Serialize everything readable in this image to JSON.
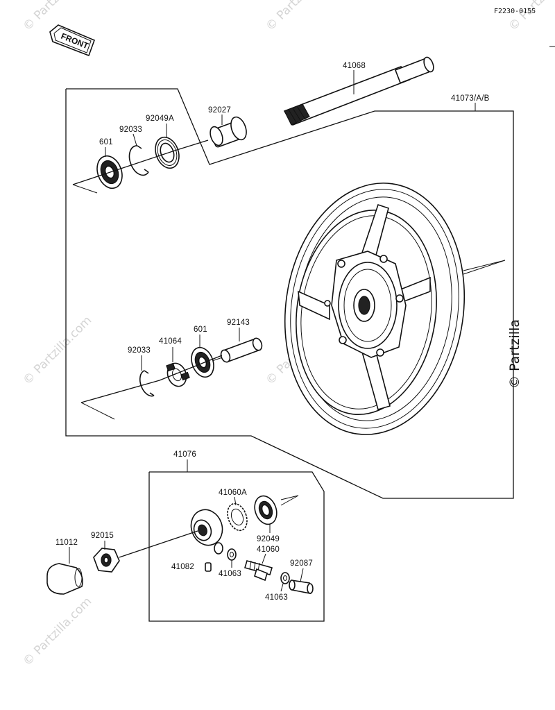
{
  "figure_code": "F2230-0155",
  "front_label": "FRONT",
  "watermark": "© Partzilla.com",
  "watermark_side": "© Partzilla",
  "parts": {
    "axle": "41068",
    "wheel": "41073/A/B",
    "collar_left": "92027",
    "oil_seal_left": "92049A",
    "circlip_left": "92033",
    "bearing_left": "601",
    "sleeve": "92143",
    "bearing_right": "601",
    "coupling": "41064",
    "circlip_right": "92033",
    "meter_gear_assy": "41076",
    "gear_housing_seal": "41060A",
    "oil_seal_right": "92049",
    "pinion": "41060",
    "washer_a": "41063",
    "washer_b": "41063",
    "pin": "41082",
    "bushing": "92087",
    "axle_nut": "92015",
    "cap": "11012"
  }
}
